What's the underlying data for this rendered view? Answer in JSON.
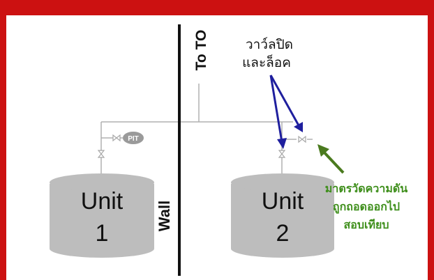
{
  "colors": {
    "frame": "#cc1111",
    "pipe": "#b0b0b0",
    "tank": "#bdbdbd",
    "wall": "#111111",
    "arrow_blue": "#1f1f9e",
    "arrow_green": "#4a7a1e",
    "note_green": "#3f8f1c"
  },
  "labels": {
    "to_to": "To TO",
    "wall": "Wall",
    "pit": "PIT",
    "unit1_word": "Unit",
    "unit1_number": "1",
    "unit2_word": "Unit",
    "unit2_number": "2"
  },
  "annotations": {
    "valve_locked_line1": "วาว์ลปิด",
    "valve_locked_line2": "และล็อค",
    "gauge_removed_line1": "มาตรวัดความดัน",
    "gauge_removed_line2": "ถูกถอดออกไป",
    "gauge_removed_line3": "สอบเทียบ"
  }
}
